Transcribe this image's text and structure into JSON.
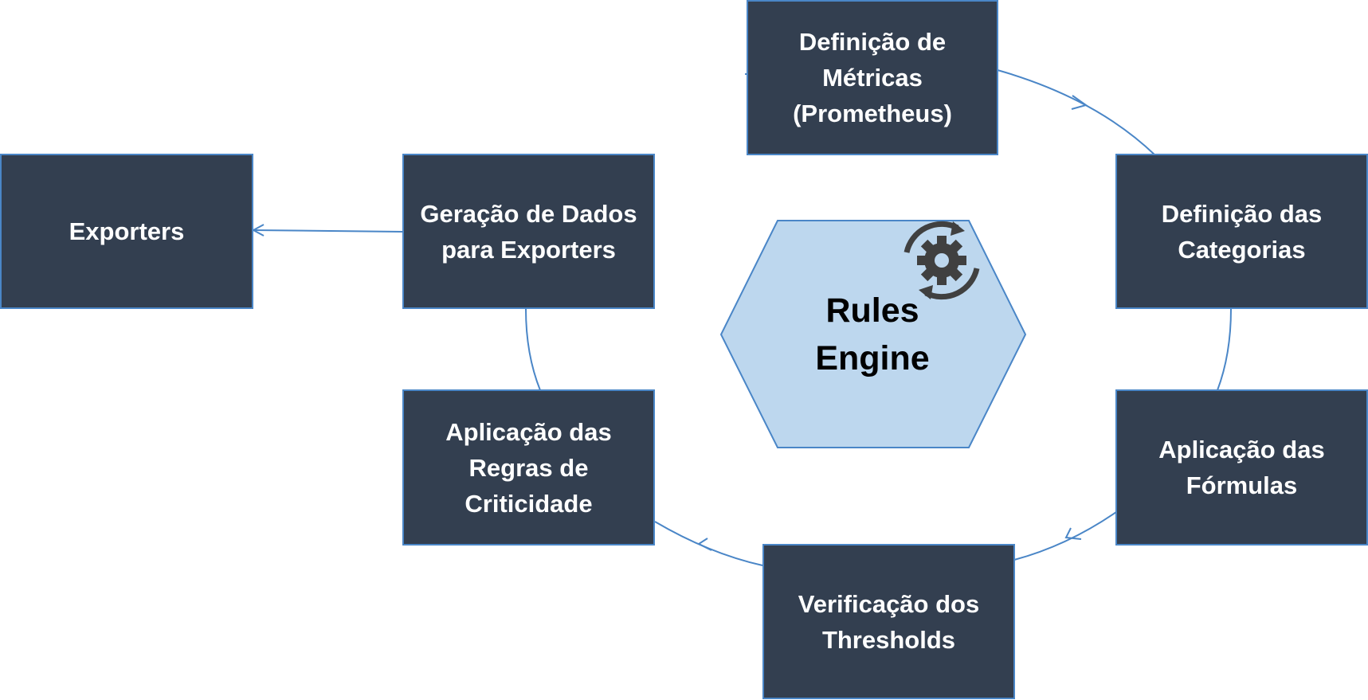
{
  "diagram": {
    "title": "",
    "center": {
      "label": "Rules\nEngine",
      "icon": "gear-cycle-icon",
      "fill_color": "#bdd7ee"
    },
    "steps": [
      {
        "id": "metricas",
        "label": "Definição de\nMétricas\n(Prometheus)"
      },
      {
        "id": "categorias",
        "label": "Definição das\nCategorias"
      },
      {
        "id": "formulas",
        "label": "Aplicação das\nFórmulas"
      },
      {
        "id": "thresholds",
        "label": "Verificação dos\nThresholds"
      },
      {
        "id": "criticidade",
        "label": "Aplicação das\nRegras de\nCriticidade"
      },
      {
        "id": "geracao",
        "label": "Geração de Dados\npara Exporters"
      },
      {
        "id": "exporters",
        "label": "Exporters"
      }
    ],
    "colors": {
      "box_fill": "#333f50",
      "box_border": "#4a86c7",
      "connector": "#4a86c7",
      "text": "#ffffff"
    }
  }
}
